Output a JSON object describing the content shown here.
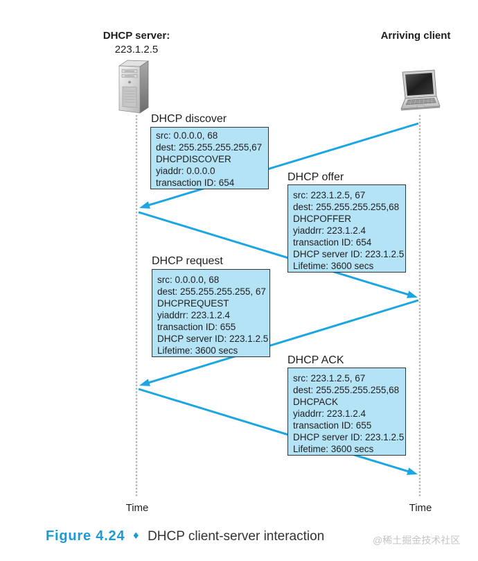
{
  "server": {
    "title": "DHCP server:",
    "address": "223.1.2.5",
    "icon": "server-tower-icon"
  },
  "client": {
    "title": "Arriving client",
    "icon": "laptop-icon"
  },
  "messages": [
    {
      "name": "DHCP discover",
      "fields": [
        "src: 0.0.0.0, 68",
        "dest: 255.255.255.255,67",
        "DHCPDISCOVER",
        "yiaddr: 0.0.0.0",
        "transaction ID: 654"
      ]
    },
    {
      "name": "DHCP offer",
      "fields": [
        "src: 223.1.2.5, 67",
        "dest: 255.255.255.255,68",
        "DHCPOFFER",
        "yiaddrr: 223.1.2.4",
        "transaction ID: 654",
        "DHCP server ID: 223.1.2.5",
        "Lifetime: 3600 secs"
      ]
    },
    {
      "name": "DHCP request",
      "fields": [
        "src: 0.0.0.0, 68",
        "dest: 255.255.255.255, 67",
        "DHCPREQUEST",
        "yiaddrr: 223.1.2.4",
        "transaction ID: 655",
        "DHCP server ID: 223.1.2.5",
        "Lifetime: 3600 secs"
      ]
    },
    {
      "name": "DHCP ACK",
      "fields": [
        "src: 223.1.2.5, 67",
        "dest: 255.255.255.255,68",
        "DHCPACK",
        "yiaddrr: 223.1.2.4",
        "transaction ID: 655",
        "DHCP server ID: 223.1.2.5",
        "Lifetime: 3600 secs"
      ]
    }
  ],
  "timeline": {
    "server_label": "Time",
    "client_label": "Time"
  },
  "caption": {
    "figure": "Figure 4.24",
    "separator": "♦",
    "text": "DHCP client-server interaction"
  },
  "watermark": "@稀土掘金技术社区",
  "colors": {
    "arrow": "#1ba5e1",
    "box_fill": "#b5e3f6",
    "box_border": "#333333",
    "caption_accent": "#1a9ad6",
    "timeline_dots": "#b3b3b3"
  }
}
